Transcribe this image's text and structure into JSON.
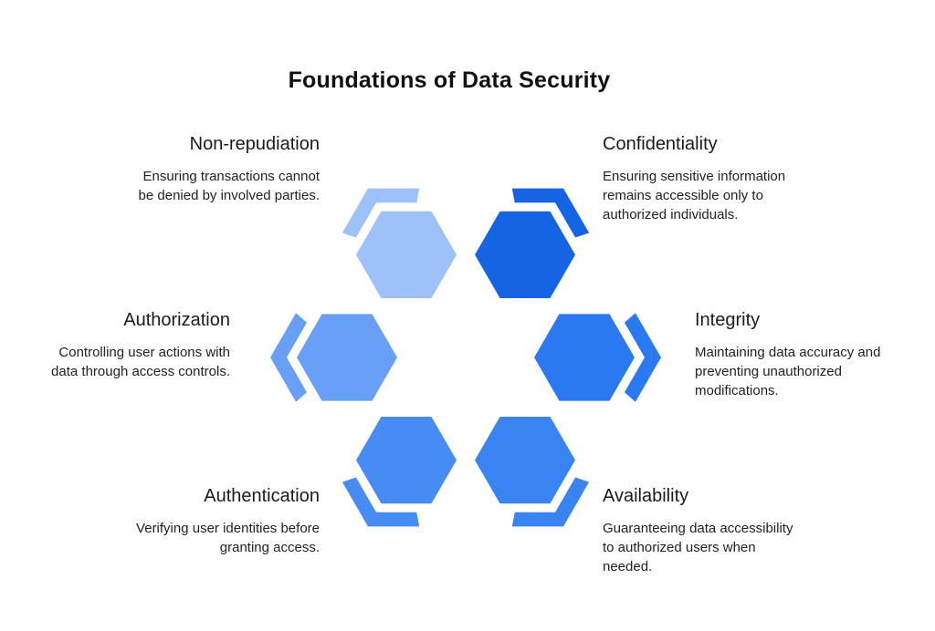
{
  "title": "Foundations of Data Security",
  "diagram": {
    "type": "hexagon-ring",
    "nodes": [
      {
        "id": "non-repudiation",
        "label": "Non-repudiation",
        "description": "Ensuring transactions cannot\nbe denied by involved parties.",
        "color": "#9ec1f9",
        "position": "top-left"
      },
      {
        "id": "confidentiality",
        "label": "Confidentiality",
        "description": "Ensuring sensitive information\nremains accessible only to\nauthorized individuals.",
        "color": "#1464e4",
        "position": "top-right"
      },
      {
        "id": "authorization",
        "label": "Authorization",
        "description": "Controlling user actions with\ndata through access controls.",
        "color": "#68a0f8",
        "position": "middle-left"
      },
      {
        "id": "integrity",
        "label": "Integrity",
        "description": "Maintaining data accuracy and\npreventing unauthorized\nmodifications.",
        "color": "#2b79f0",
        "position": "middle-right"
      },
      {
        "id": "authentication",
        "label": "Authentication",
        "description": "Verifying user identities before\ngranting access.",
        "color": "#478bf5",
        "position": "bottom-left"
      },
      {
        "id": "availability",
        "label": "Availability",
        "description": "Guaranteeing data accessibility\nto authorized users when\nneeded.",
        "color": "#3a83f2",
        "position": "bottom-right"
      }
    ]
  }
}
